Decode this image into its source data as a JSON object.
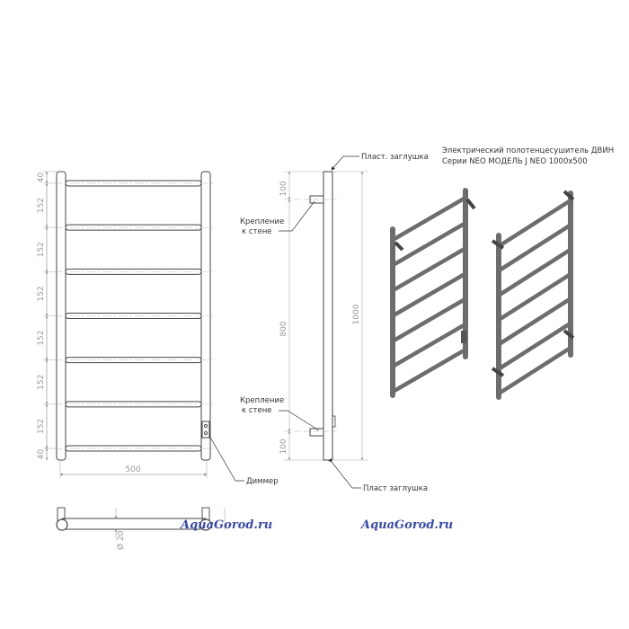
{
  "title": {
    "line1": "Электрический полотенцесушитель ДВИН",
    "line2": "Серии NEO МОДЕЛЬ J NEO 1000x500"
  },
  "front_view": {
    "dims_vertical": [
      "40",
      "152",
      "152",
      "152",
      "152",
      "152",
      "152",
      "40"
    ],
    "dim_width": "500",
    "rail_count": 7,
    "dimmer_label": "Диммер"
  },
  "side_view": {
    "top_cap_label": "Пласт. заглушка",
    "bottom_cap_label": "Пласт заглушка",
    "mount_top_line1": "Крепление",
    "mount_top_line2": "к стене",
    "mount_bottom_line1": "Крепление",
    "mount_bottom_line2": "к стене",
    "dim_top": "100",
    "dim_middle": "800",
    "dim_bottom": "100",
    "dim_total": "1000"
  },
  "bottom_view": {
    "dim_diameter": "Ø 20"
  },
  "watermarks": [
    "AquaGorod.ru",
    "AquaGorod.ru"
  ],
  "colors": {
    "line": "#444444",
    "dim": "#999999",
    "render": "#6d6d6d",
    "watermark": "#3b4ba3"
  }
}
